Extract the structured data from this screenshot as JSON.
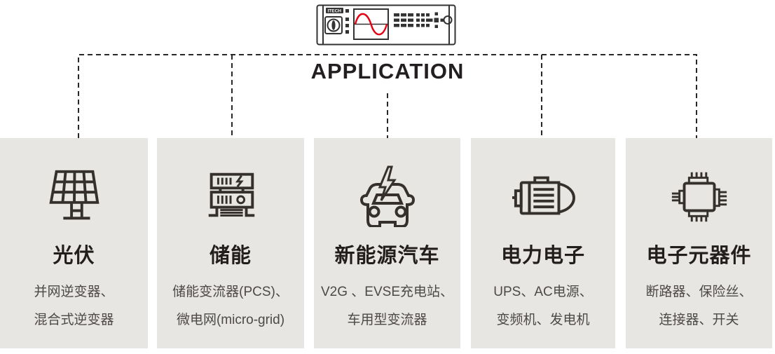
{
  "title": "APPLICATION",
  "device": {
    "brand": "ITECH",
    "screen_wave_color": "#e60012",
    "outline_color": "#333333"
  },
  "connector": {
    "line_color": "#2b2724",
    "style": "dashed"
  },
  "colors": {
    "page_background": "#ffffff",
    "card_background": "#e8e6e2",
    "title_text": "#231f20",
    "card_title_text": "#221e1c",
    "card_desc_text": "#4c4948",
    "icon_stroke": "#35302c"
  },
  "cards": [
    {
      "icon": "solar-panel-icon",
      "title": "光伏",
      "desc_line1": "并网逆变器、",
      "desc_line2": "混合式逆变器"
    },
    {
      "icon": "storage-rack-icon",
      "title": "储能",
      "desc_line1": "储能变流器(PCS)、",
      "desc_line2": "微电网(micro-grid)"
    },
    {
      "icon": "ev-car-icon",
      "title": "新能源汽车",
      "desc_line1": "V2G 、EVSE充电站、",
      "desc_line2": "车用型变流器"
    },
    {
      "icon": "motor-icon",
      "title": "电力电子",
      "desc_line1": "UPS、AC电源、",
      "desc_line2": "变频机、发电机"
    },
    {
      "icon": "chip-icon",
      "title": "电子元器件",
      "desc_line1": "断路器、保险丝、",
      "desc_line2": "连接器、开关"
    }
  ]
}
